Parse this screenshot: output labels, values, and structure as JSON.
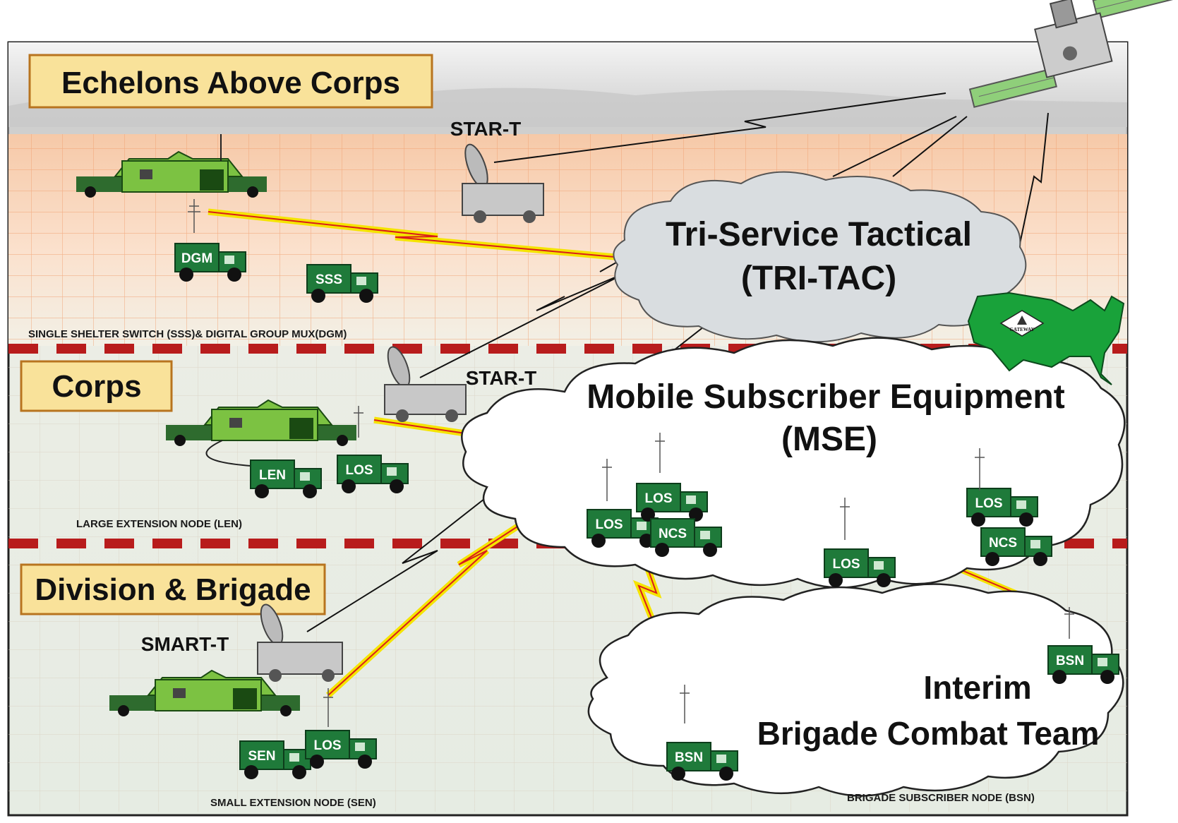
{
  "colors": {
    "label_box_fill": "#f9e29a",
    "label_box_stroke": "#b8741f",
    "vehicle_green": "#1f7a3a",
    "tent_green": "#7cc242",
    "divider_red": "#b81c1c",
    "lightning_yellow": "#f5e400",
    "link_red": "#d91c1c",
    "cloud_tritac": "#d9dde0",
    "cloud_white": "#ffffff",
    "usa_green": "#19a23a"
  },
  "echelons": {
    "eac": "Echelons Above Corps",
    "corps": "Corps",
    "division": "Division & Brigade"
  },
  "terminals": {
    "start_top": "STAR-T",
    "start_mid": "STAR-T",
    "smart": "SMART-T"
  },
  "clouds": {
    "tritac_line1": "Tri-Service Tactical",
    "tritac_line2": "(TRI-TAC)",
    "mse_line1": "Mobile Subscriber Equipment",
    "mse_line2": "(MSE)",
    "ibct_line1": "Interim",
    "ibct_line2": "Brigade Combat Team"
  },
  "vehicles": {
    "dgm": "DGM",
    "sss": "SSS",
    "len": "LEN",
    "los_corps": "LOS",
    "los_mse_a": "LOS",
    "ncs_a": "NCS",
    "los_mse_b": "LOS",
    "los_mse_c": "LOS",
    "los_mse_d": "LOS",
    "ncs_b": "NCS",
    "bsn_right": "BSN",
    "bsn_left": "BSN",
    "sen": "SEN",
    "los_div": "LOS"
  },
  "captions": {
    "sss_dgm": "SINGLE SHELTER SWITCH (SSS)& DIGITAL GROUP MUX(DGM)",
    "len": "LARGE EXTENSION NODE (LEN)",
    "sen": "SMALL EXTENSION NODE (SEN)",
    "bsn": "BRIGADE SUBSCRIBER NODE (BSN)"
  },
  "gateway": {
    "label": "GATEWAY"
  }
}
